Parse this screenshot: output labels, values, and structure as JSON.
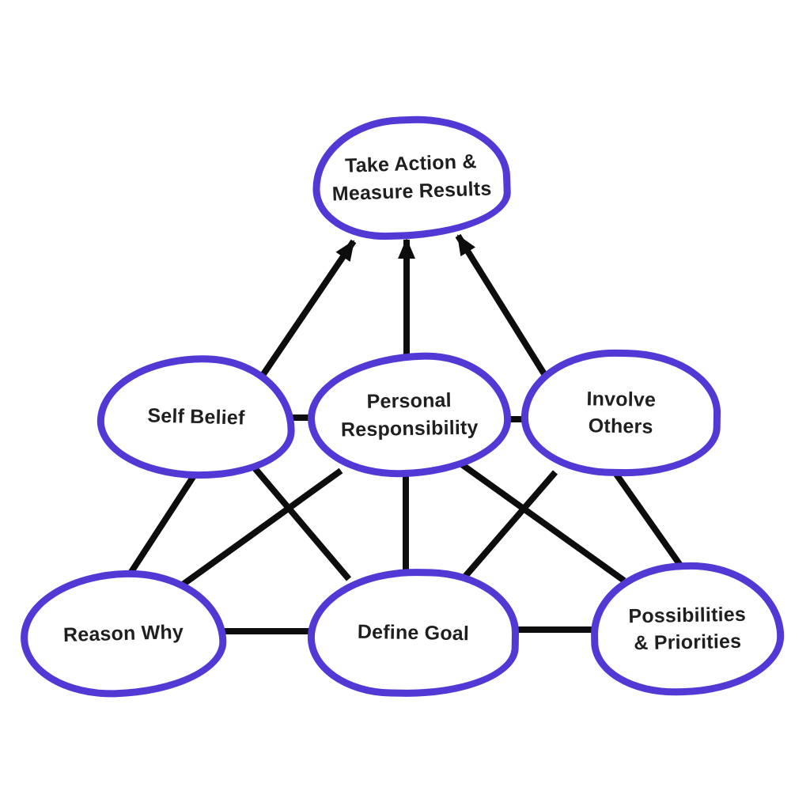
{
  "diagram": {
    "nodes": [
      {
        "id": "take-action",
        "label": "Take Action &\nMeasure Results"
      },
      {
        "id": "self-belief",
        "label": "Self Belief"
      },
      {
        "id": "personal-responsibility",
        "label": "Personal\nResponsibility"
      },
      {
        "id": "involve-others",
        "label": "Involve\nOthers"
      },
      {
        "id": "reason-why",
        "label": "Reason Why"
      },
      {
        "id": "define-goal",
        "label": "Define Goal"
      },
      {
        "id": "possibilities-priorities",
        "label": "Possibilities\n& Priorities"
      }
    ],
    "edges": [
      {
        "from": "self-belief",
        "to": "take-action",
        "arrow": true
      },
      {
        "from": "personal-responsibility",
        "to": "take-action",
        "arrow": true
      },
      {
        "from": "involve-others",
        "to": "take-action",
        "arrow": true
      },
      {
        "from": "self-belief",
        "to": "personal-responsibility",
        "arrow": false
      },
      {
        "from": "personal-responsibility",
        "to": "involve-others",
        "arrow": false
      },
      {
        "from": "self-belief",
        "to": "reason-why",
        "arrow": false
      },
      {
        "from": "self-belief",
        "to": "define-goal",
        "arrow": false
      },
      {
        "from": "personal-responsibility",
        "to": "reason-why",
        "arrow": false
      },
      {
        "from": "personal-responsibility",
        "to": "define-goal",
        "arrow": false
      },
      {
        "from": "personal-responsibility",
        "to": "possibilities-priorities",
        "arrow": false
      },
      {
        "from": "involve-others",
        "to": "define-goal",
        "arrow": false
      },
      {
        "from": "involve-others",
        "to": "possibilities-priorities",
        "arrow": false
      },
      {
        "from": "reason-why",
        "to": "define-goal",
        "arrow": false
      },
      {
        "from": "define-goal",
        "to": "possibilities-priorities",
        "arrow": false
      }
    ],
    "colors": {
      "node_border": "#5238d4",
      "edge": "#0d0d0d",
      "text": "#1f1f1f",
      "background": "#ffffff"
    }
  }
}
